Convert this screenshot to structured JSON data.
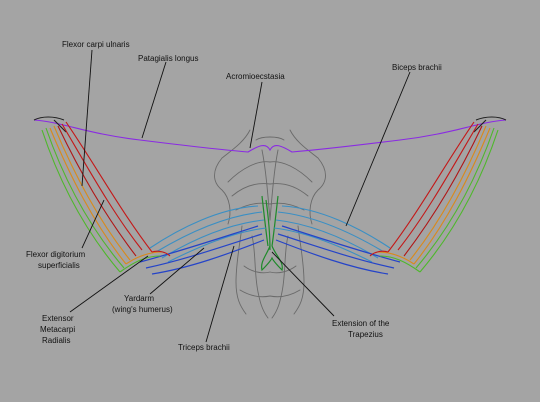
{
  "labels": {
    "flexor_carpi_ulnaris": "Flexor carpi ulnaris",
    "patagialis_longus": "Patagialis longus",
    "acromioecstasia": "Acromioecstasia",
    "biceps_brachii": "Biceps brachii",
    "flexor_digitorium_1": "Flexor digitorium",
    "flexor_digitorium_2": "superficialis",
    "yardarm_1": "Yardarm",
    "yardarm_2": "(wing's humerus)",
    "extensor_1": "Extensor",
    "extensor_2": "Metacarpi",
    "extensor_3": "Radialis",
    "triceps_brachii": "Triceps brachii",
    "extension_trapezius_1": "Extension of the",
    "extension_trapezius_2": "Trapezius"
  },
  "colors": {
    "background": "#a4a4a4",
    "patagialis": "#8a2be2",
    "biceps": "#3a8fc4",
    "triceps": "#2544c8",
    "trapezius": "#1f8a2a",
    "flexor_carpi": "#c41818",
    "flexor_digitorium": "#d98a1a",
    "extensor": "#4db82a",
    "sketch": "#6a6a6a"
  }
}
